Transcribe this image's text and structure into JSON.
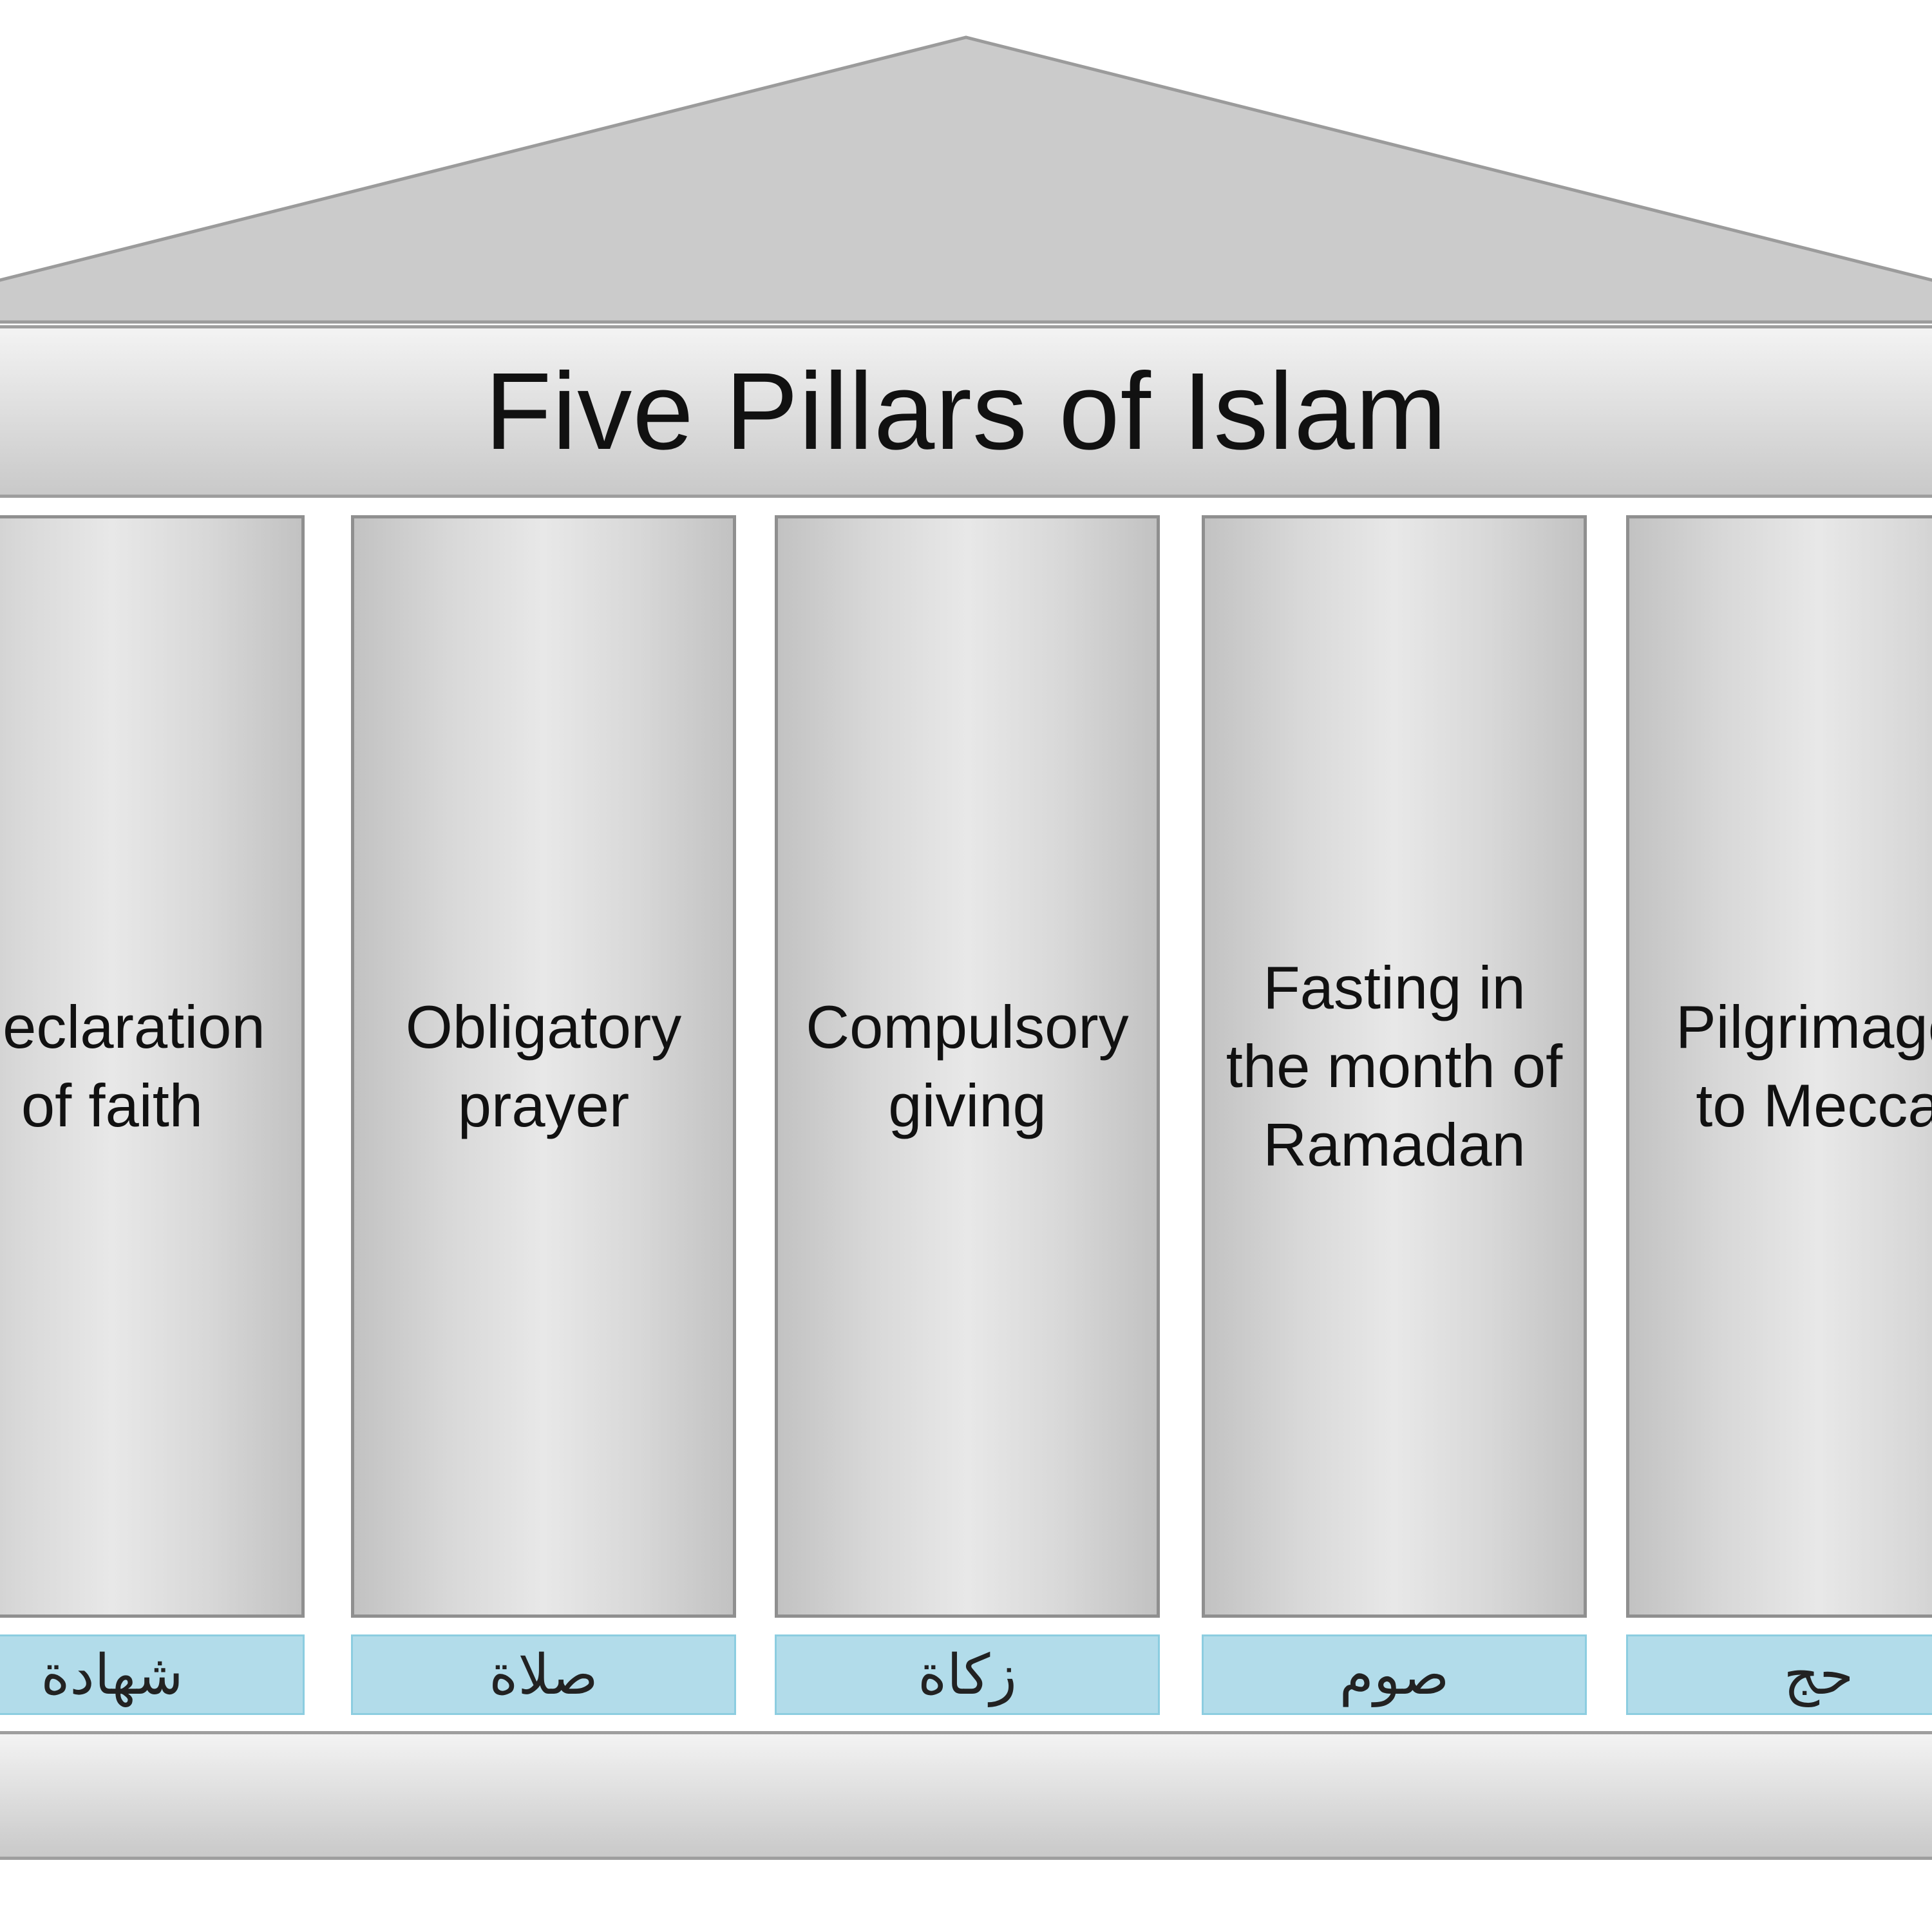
{
  "title": "Five Pillars of Islam",
  "pillars": [
    {
      "label": "Declaration\nof faith",
      "arabic": "شهادة"
    },
    {
      "label": "Obligatory\nprayer",
      "arabic": "صلاة"
    },
    {
      "label": "Compulsory\ngiving",
      "arabic": "زكاة"
    },
    {
      "label": "Fasting in\nthe month of\nRamadan",
      "arabic": "صوم"
    },
    {
      "label": "Pilgrimage\nto Mecca",
      "arabic": "حج"
    }
  ],
  "colors": {
    "stone_light": "#e8e8e8",
    "stone_dark": "#c2c2c2",
    "stone_edge": "#9e9e9e",
    "plinth_fill": "#b2dcea",
    "plinth_edge": "#8ccde0"
  }
}
